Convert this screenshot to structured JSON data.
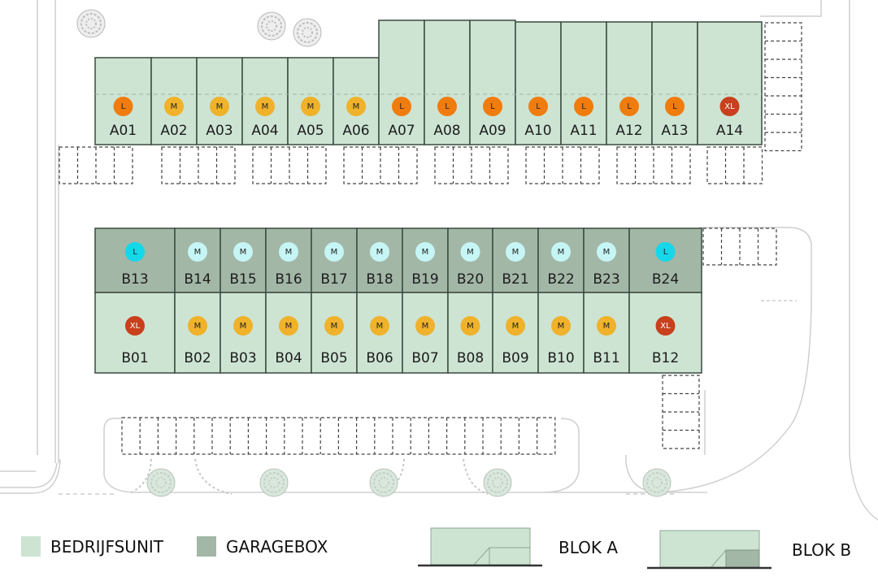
{
  "colors": {
    "bedrijfsunit": "#cde4d3",
    "garagebox": "#a3b7a7",
    "unit_border": "#3a4a3e",
    "size_L_orange": "#f07c0e",
    "size_M_yellow": "#efb22a",
    "size_XL_red": "#c8401c",
    "size_L_cyan": "#14d7ea",
    "size_M_lightcyan": "#c6f5f5"
  },
  "blok_a": {
    "units": [
      {
        "id": "A01",
        "size": "L",
        "type": "bedrijfsunit",
        "badge_color": "size_L_orange"
      },
      {
        "id": "A02",
        "size": "M",
        "type": "bedrijfsunit",
        "badge_color": "size_M_yellow"
      },
      {
        "id": "A03",
        "size": "M",
        "type": "bedrijfsunit",
        "badge_color": "size_M_yellow"
      },
      {
        "id": "A04",
        "size": "M",
        "type": "bedrijfsunit",
        "badge_color": "size_M_yellow"
      },
      {
        "id": "A05",
        "size": "M",
        "type": "bedrijfsunit",
        "badge_color": "size_M_yellow"
      },
      {
        "id": "A06",
        "size": "M",
        "type": "bedrijfsunit",
        "badge_color": "size_M_yellow"
      },
      {
        "id": "A07",
        "size": "L",
        "type": "bedrijfsunit",
        "badge_color": "size_L_orange"
      },
      {
        "id": "A08",
        "size": "L",
        "type": "bedrijfsunit",
        "badge_color": "size_L_orange"
      },
      {
        "id": "A09",
        "size": "L",
        "type": "bedrijfsunit",
        "badge_color": "size_L_orange"
      },
      {
        "id": "A10",
        "size": "L",
        "type": "bedrijfsunit",
        "badge_color": "size_L_orange"
      },
      {
        "id": "A11",
        "size": "L",
        "type": "bedrijfsunit",
        "badge_color": "size_L_orange"
      },
      {
        "id": "A12",
        "size": "L",
        "type": "bedrijfsunit",
        "badge_color": "size_L_orange"
      },
      {
        "id": "A13",
        "size": "L",
        "type": "bedrijfsunit",
        "badge_color": "size_L_orange"
      },
      {
        "id": "A14",
        "size": "XL",
        "type": "bedrijfsunit",
        "badge_color": "size_XL_red"
      }
    ]
  },
  "blok_b_top": {
    "units": [
      {
        "id": "B13",
        "size": "L",
        "type": "garagebox",
        "badge_color": "size_L_cyan"
      },
      {
        "id": "B14",
        "size": "M",
        "type": "garagebox",
        "badge_color": "size_M_lightcyan"
      },
      {
        "id": "B15",
        "size": "M",
        "type": "garagebox",
        "badge_color": "size_M_lightcyan"
      },
      {
        "id": "B16",
        "size": "M",
        "type": "garagebox",
        "badge_color": "size_M_lightcyan"
      },
      {
        "id": "B17",
        "size": "M",
        "type": "garagebox",
        "badge_color": "size_M_lightcyan"
      },
      {
        "id": "B18",
        "size": "M",
        "type": "garagebox",
        "badge_color": "size_M_lightcyan"
      },
      {
        "id": "B19",
        "size": "M",
        "type": "garagebox",
        "badge_color": "size_M_lightcyan"
      },
      {
        "id": "B20",
        "size": "M",
        "type": "garagebox",
        "badge_color": "size_M_lightcyan"
      },
      {
        "id": "B21",
        "size": "M",
        "type": "garagebox",
        "badge_color": "size_M_lightcyan"
      },
      {
        "id": "B22",
        "size": "M",
        "type": "garagebox",
        "badge_color": "size_M_lightcyan"
      },
      {
        "id": "B23",
        "size": "M",
        "type": "garagebox",
        "badge_color": "size_M_lightcyan"
      },
      {
        "id": "B24",
        "size": "L",
        "type": "garagebox",
        "badge_color": "size_L_cyan"
      }
    ]
  },
  "blok_b_bottom": {
    "units": [
      {
        "id": "B01",
        "size": "XL",
        "type": "bedrijfsunit",
        "badge_color": "size_XL_red"
      },
      {
        "id": "B02",
        "size": "M",
        "type": "bedrijfsunit",
        "badge_color": "size_M_yellow"
      },
      {
        "id": "B03",
        "size": "M",
        "type": "bedrijfsunit",
        "badge_color": "size_M_yellow"
      },
      {
        "id": "B04",
        "size": "M",
        "type": "bedrijfsunit",
        "badge_color": "size_M_yellow"
      },
      {
        "id": "B05",
        "size": "M",
        "type": "bedrijfsunit",
        "badge_color": "size_M_yellow"
      },
      {
        "id": "B06",
        "size": "M",
        "type": "bedrijfsunit",
        "badge_color": "size_M_yellow"
      },
      {
        "id": "B07",
        "size": "M",
        "type": "bedrijfsunit",
        "badge_color": "size_M_yellow"
      },
      {
        "id": "B08",
        "size": "M",
        "type": "bedrijfsunit",
        "badge_color": "size_M_yellow"
      },
      {
        "id": "B09",
        "size": "M",
        "type": "bedrijfsunit",
        "badge_color": "size_M_yellow"
      },
      {
        "id": "B10",
        "size": "M",
        "type": "bedrijfsunit",
        "badge_color": "size_M_yellow"
      },
      {
        "id": "B11",
        "size": "M",
        "type": "bedrijfsunit",
        "badge_color": "size_M_yellow"
      },
      {
        "id": "B12",
        "size": "XL",
        "type": "bedrijfsunit",
        "badge_color": "size_XL_red"
      }
    ]
  },
  "legend": {
    "bedrijfsunit_label": "BEDRIJFSUNIT",
    "garagebox_label": "GARAGEBOX",
    "blok_a_label": "BLOK A",
    "blok_b_label": "BLOK B"
  }
}
